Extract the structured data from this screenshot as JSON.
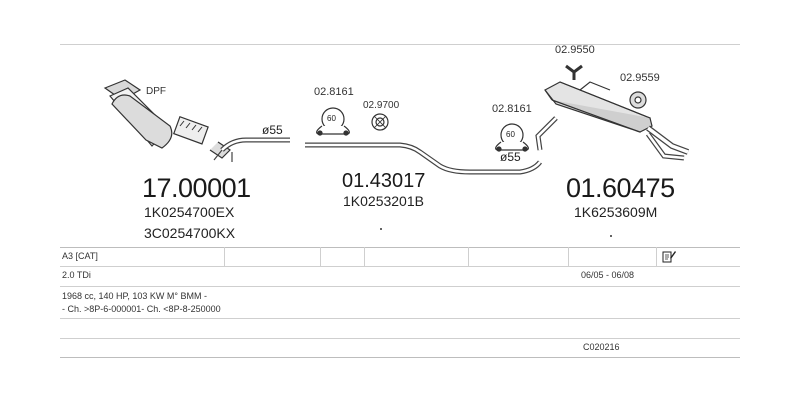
{
  "diagram": {
    "labels": {
      "dpf": "DPF",
      "dia_left": "ø55",
      "dia_right": "ø55",
      "clamp1": "02.8161",
      "clamp1_size": "60",
      "ring": "02.9700",
      "clamp2": "02.8161",
      "clamp2_size": "60",
      "hanger_y": "02.9550",
      "hanger_ring": "02.9559"
    },
    "sections": [
      {
        "number": "17.00001",
        "parts": [
          "1K0254700EX",
          "3C0254700KX"
        ]
      },
      {
        "number": "01.43017",
        "parts": [
          "1K0253201B"
        ]
      },
      {
        "number": "01.60475",
        "parts": [
          "1K6253609M"
        ]
      }
    ]
  },
  "table": {
    "model": "A3  [CAT]",
    "engine": "2.0 TDi",
    "dates": "06/05 - 06/08",
    "spec": "1968 cc, 140 HP, 103 KW M° BMM -",
    "chassis": "- Ch. >8P-6-000001- Ch. <8P-8-250000",
    "code": "C020216",
    "note_icon": "document-pencil-icon"
  }
}
